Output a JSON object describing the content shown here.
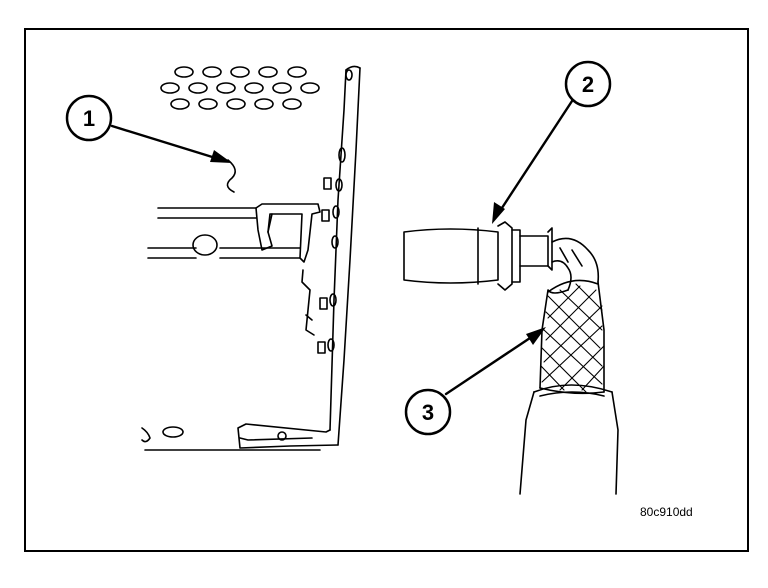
{
  "figure_id": "80c910dd",
  "callouts": [
    {
      "label": "1"
    },
    {
      "label": "2"
    },
    {
      "label": "3"
    }
  ]
}
